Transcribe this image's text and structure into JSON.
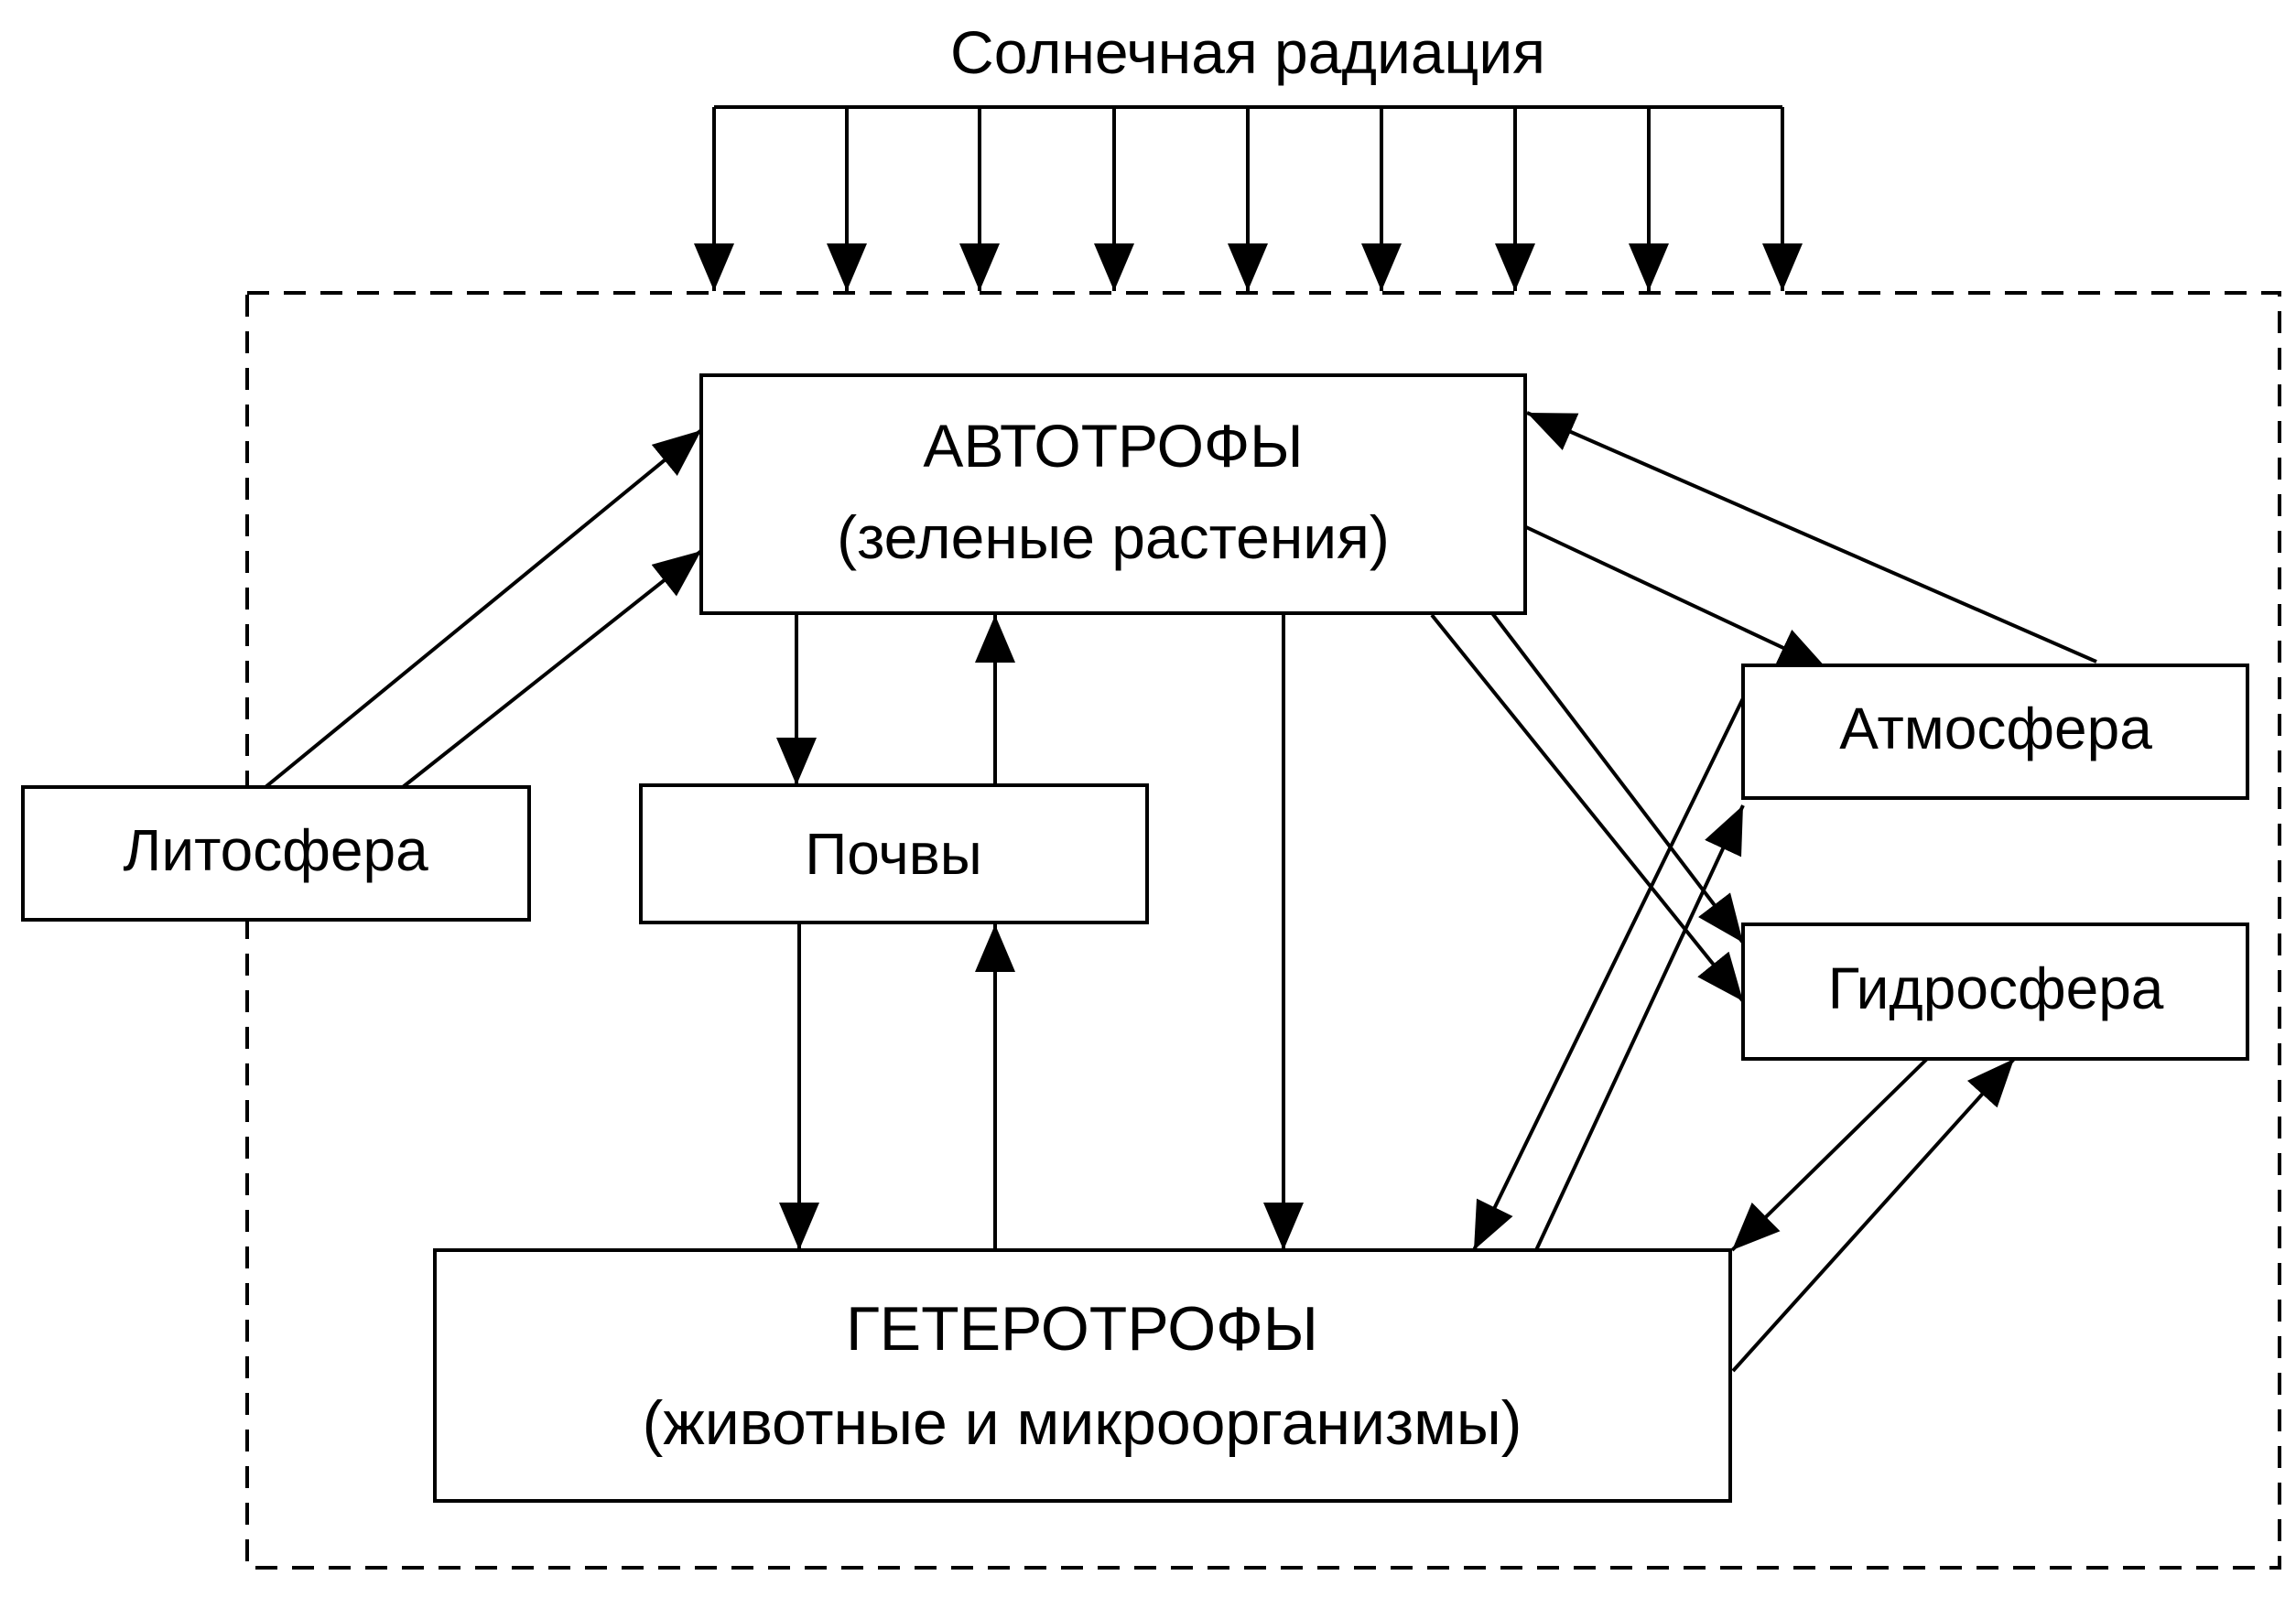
{
  "title": "Солнечная радиация",
  "nodes": {
    "autotrophs": {
      "title": "АВТОТРОФЫ",
      "subtitle": "(зеленые растения)"
    },
    "soils": {
      "label": "Почвы"
    },
    "lithosphere": {
      "label": "Литосфера"
    },
    "atmosphere": {
      "label": "Атмосфера"
    },
    "hydrosphere": {
      "label": "Гидросфера"
    },
    "heterotrophs": {
      "title": "ГЕТЕРОТРОФЫ",
      "subtitle": "(животные и микроорганизмы)"
    }
  },
  "colors": {
    "ink": "#000000",
    "background": "#ffffff"
  }
}
